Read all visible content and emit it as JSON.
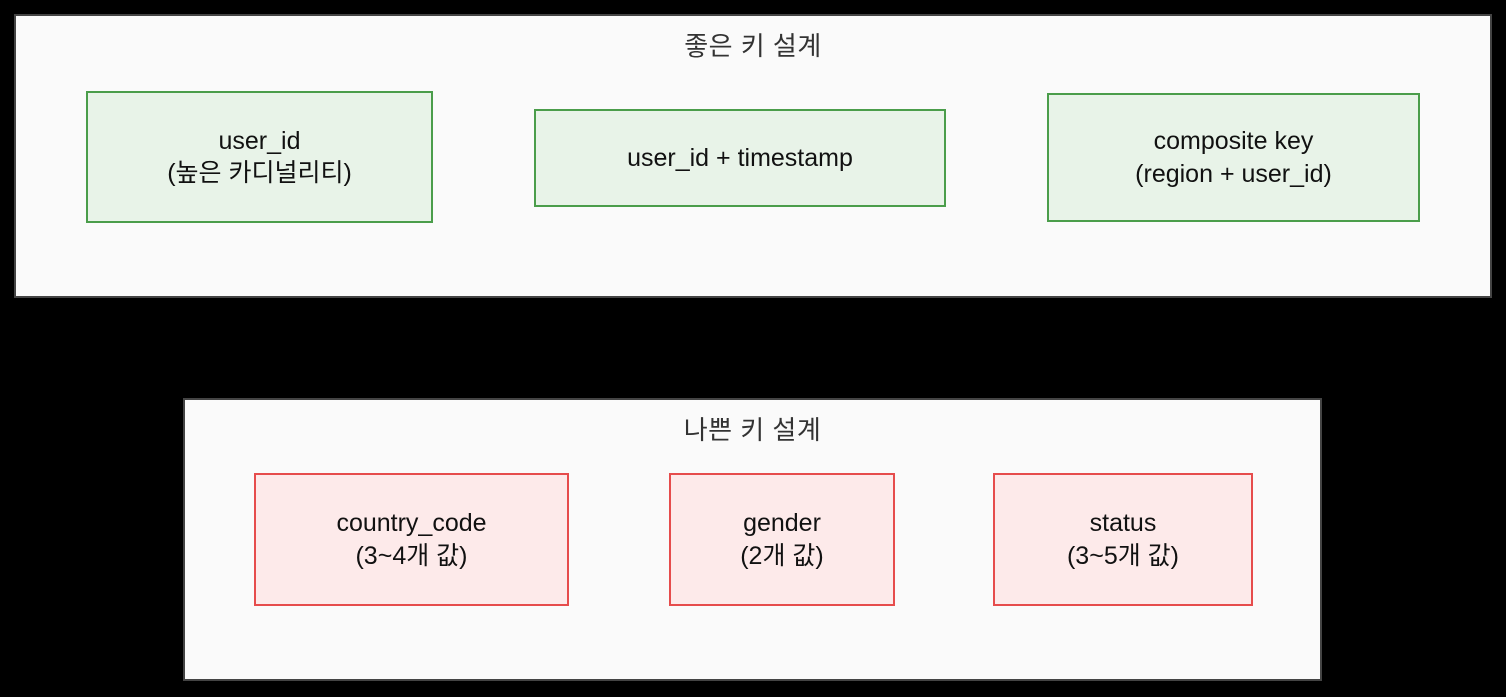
{
  "good": {
    "title": "좋은 키 설계",
    "boxes": [
      {
        "line1": "user_id",
        "line2": "(높은 카디널리티)"
      },
      {
        "line1": "user_id + timestamp"
      },
      {
        "line1": "composite key",
        "line2": "(region + user_id)"
      }
    ]
  },
  "bad": {
    "title": "나쁜 키 설계",
    "boxes": [
      {
        "line1": "country_code",
        "line2": "(3~4개 값)"
      },
      {
        "line1": "gender",
        "line2": "(2개 값)"
      },
      {
        "line1": "status",
        "line2": "(3~5개 값)"
      }
    ]
  },
  "colors": {
    "page_background": "#000000",
    "section_fill": "#fafafa",
    "section_border": "#444444",
    "good_box_fill": "#e8f3e8",
    "good_box_border": "#4a9d4a",
    "bad_box_fill": "#fdeaea",
    "bad_box_border": "#e64c4c",
    "title_text": "#333333",
    "box_text": "#111111"
  }
}
